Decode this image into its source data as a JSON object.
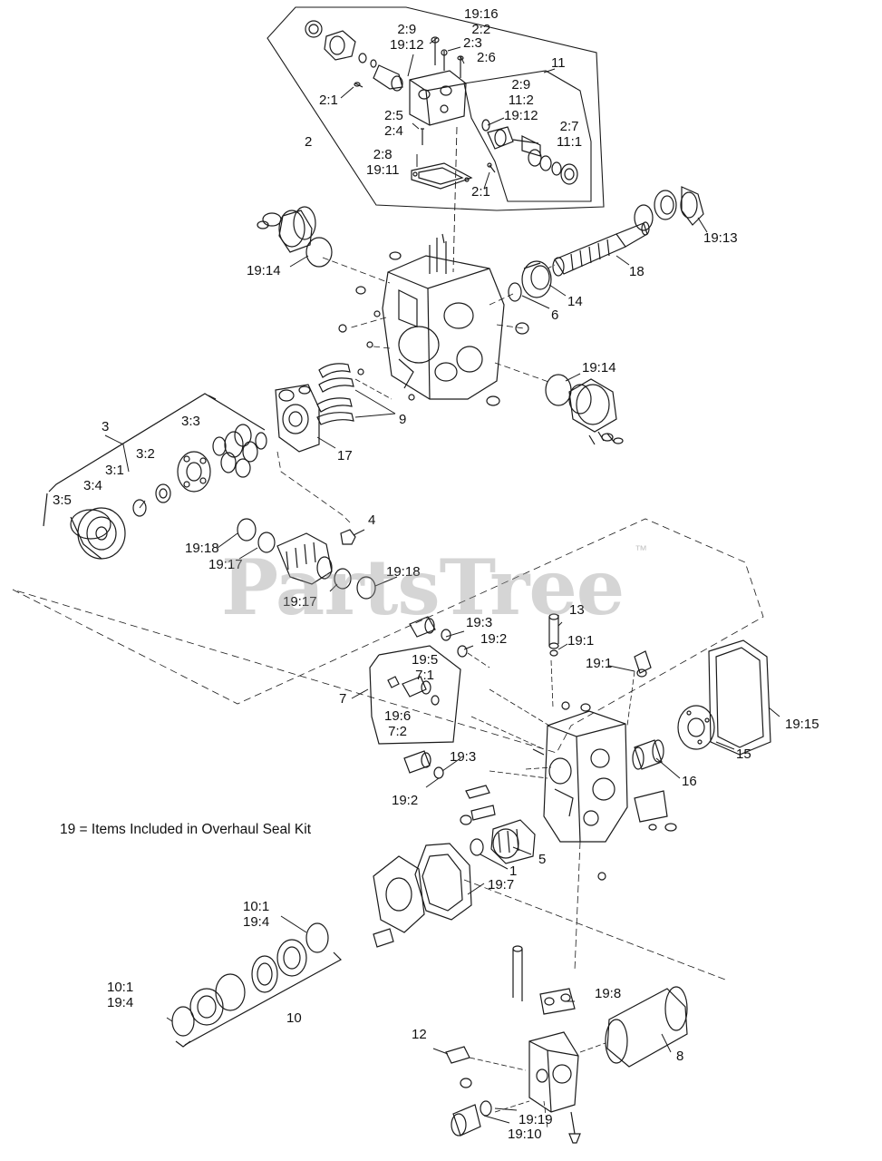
{
  "diagram": {
    "callouts": [
      {
        "id": "c1",
        "lines": [
          "19:16",
          "2:2"
        ]
      },
      {
        "id": "c2",
        "lines": [
          "2:9",
          "19:12"
        ]
      },
      {
        "id": "c3",
        "lines": [
          "2:3"
        ]
      },
      {
        "id": "c4",
        "lines": [
          "2:6"
        ]
      },
      {
        "id": "c5",
        "lines": [
          "11"
        ]
      },
      {
        "id": "c6",
        "lines": [
          "2:9",
          "11:2",
          "19:12"
        ]
      },
      {
        "id": "c7",
        "lines": [
          "2:7",
          "11:1"
        ]
      },
      {
        "id": "c8",
        "lines": [
          "2:1"
        ]
      },
      {
        "id": "c9",
        "lines": [
          "2:5",
          "2:4"
        ]
      },
      {
        "id": "c10",
        "lines": [
          "2"
        ]
      },
      {
        "id": "c11",
        "lines": [
          "2:8",
          "19:11"
        ]
      },
      {
        "id": "c12",
        "lines": [
          "2:1"
        ]
      },
      {
        "id": "c13",
        "lines": [
          "19:13"
        ]
      },
      {
        "id": "c14",
        "lines": [
          "18"
        ]
      },
      {
        "id": "c15",
        "lines": [
          "19:14"
        ]
      },
      {
        "id": "c16",
        "lines": [
          "14"
        ]
      },
      {
        "id": "c17",
        "lines": [
          "6"
        ]
      },
      {
        "id": "c18",
        "lines": [
          "19:14"
        ]
      },
      {
        "id": "c19",
        "lines": [
          "9"
        ]
      },
      {
        "id": "c20",
        "lines": [
          "3"
        ]
      },
      {
        "id": "c21",
        "lines": [
          "3:3"
        ]
      },
      {
        "id": "c22",
        "lines": [
          "3:2"
        ]
      },
      {
        "id": "c23",
        "lines": [
          "3:1"
        ]
      },
      {
        "id": "c24",
        "lines": [
          "3:4"
        ]
      },
      {
        "id": "c25",
        "lines": [
          "3:5"
        ]
      },
      {
        "id": "c26",
        "lines": [
          "17"
        ]
      },
      {
        "id": "c27",
        "lines": [
          "4"
        ]
      },
      {
        "id": "c28",
        "lines": [
          "19:18"
        ]
      },
      {
        "id": "c29",
        "lines": [
          "19:17"
        ]
      },
      {
        "id": "c30",
        "lines": [
          "19:18"
        ]
      },
      {
        "id": "c31",
        "lines": [
          "19:17"
        ]
      },
      {
        "id": "c32",
        "lines": [
          "13"
        ]
      },
      {
        "id": "c33",
        "lines": [
          "19:3"
        ]
      },
      {
        "id": "c34",
        "lines": [
          "19:2"
        ]
      },
      {
        "id": "c35",
        "lines": [
          "19:1"
        ]
      },
      {
        "id": "c36",
        "lines": [
          "19:1"
        ]
      },
      {
        "id": "c37",
        "lines": [
          "19:5",
          "7:1"
        ]
      },
      {
        "id": "c38",
        "lines": [
          "7"
        ]
      },
      {
        "id": "c39",
        "lines": [
          "19:6",
          "7:2"
        ]
      },
      {
        "id": "c40",
        "lines": [
          "19:15"
        ]
      },
      {
        "id": "c41",
        "lines": [
          "15"
        ]
      },
      {
        "id": "c42",
        "lines": [
          "19:3"
        ]
      },
      {
        "id": "c43",
        "lines": [
          "16"
        ]
      },
      {
        "id": "c44",
        "lines": [
          "19:2"
        ]
      },
      {
        "id": "c45",
        "lines": [
          "5"
        ]
      },
      {
        "id": "c46",
        "lines": [
          "1"
        ]
      },
      {
        "id": "c47",
        "lines": [
          "19:7"
        ]
      },
      {
        "id": "c48",
        "lines": [
          "10:1",
          "19:4"
        ]
      },
      {
        "id": "c49",
        "lines": [
          "10:1",
          "19:4"
        ]
      },
      {
        "id": "c50",
        "lines": [
          "10"
        ]
      },
      {
        "id": "c51",
        "lines": [
          "19:8"
        ]
      },
      {
        "id": "c52",
        "lines": [
          "12"
        ]
      },
      {
        "id": "c53",
        "lines": [
          "8"
        ]
      },
      {
        "id": "c54",
        "lines": [
          "19:19"
        ]
      },
      {
        "id": "c55",
        "lines": [
          "19:10"
        ]
      }
    ],
    "kit_note": "19 = Items Included in Overhaul Seal Kit",
    "watermark": "PartsTree",
    "trademark": "™"
  }
}
